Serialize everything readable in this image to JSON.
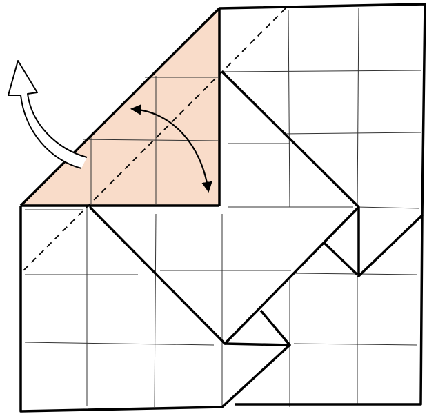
{
  "diagram": {
    "kind": "origami-fold-step",
    "colors": {
      "background": "#ffffff",
      "paper": "#ffffff",
      "colored_side": "#f9dcc9",
      "outline": "#000000",
      "grid_line": "#333333",
      "fold_line": "#000000",
      "arrow": "#000000"
    },
    "grid": {
      "divisions": 6,
      "visible": true
    },
    "fold_line_style": "dashed",
    "arrows": [
      {
        "name": "fold-arrow-double-headed",
        "style": "curved"
      },
      {
        "name": "unfold-arrow-hollow",
        "style": "curved-hollow"
      }
    ],
    "colored_region": "upper-left-flap"
  }
}
